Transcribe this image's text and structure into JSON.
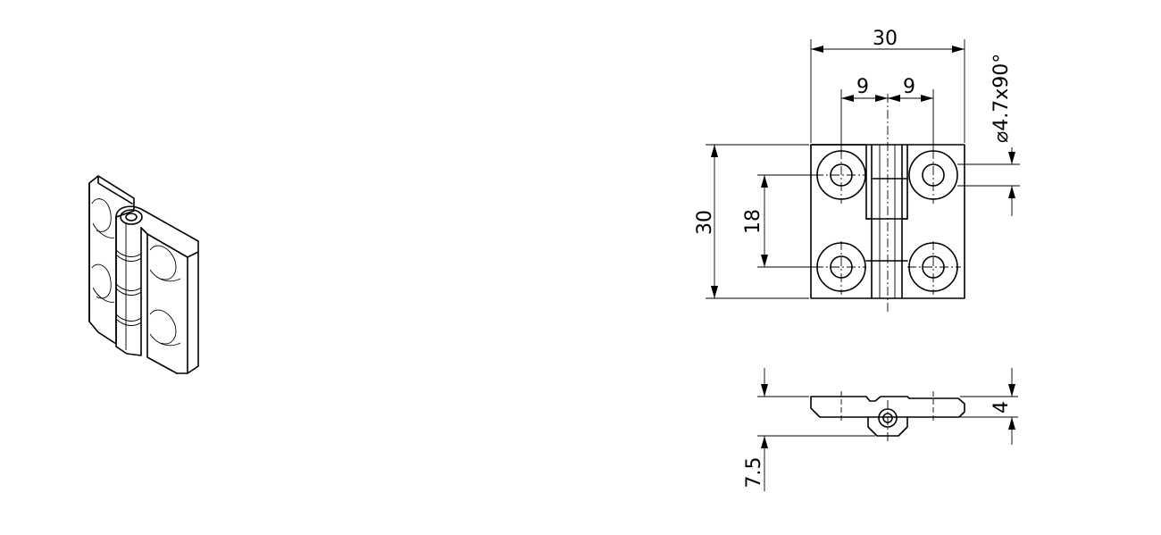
{
  "drawing": {
    "front_view": {
      "width_label": "30",
      "hole_offset_left_label": "9",
      "hole_offset_right_label": "9",
      "height_label": "30",
      "hole_spacing_label": "18",
      "hole_callout_label": "⌀4.7x90°"
    },
    "side_view": {
      "leaf_thickness_label": "4",
      "knuckle_height_label": "7.5"
    }
  }
}
